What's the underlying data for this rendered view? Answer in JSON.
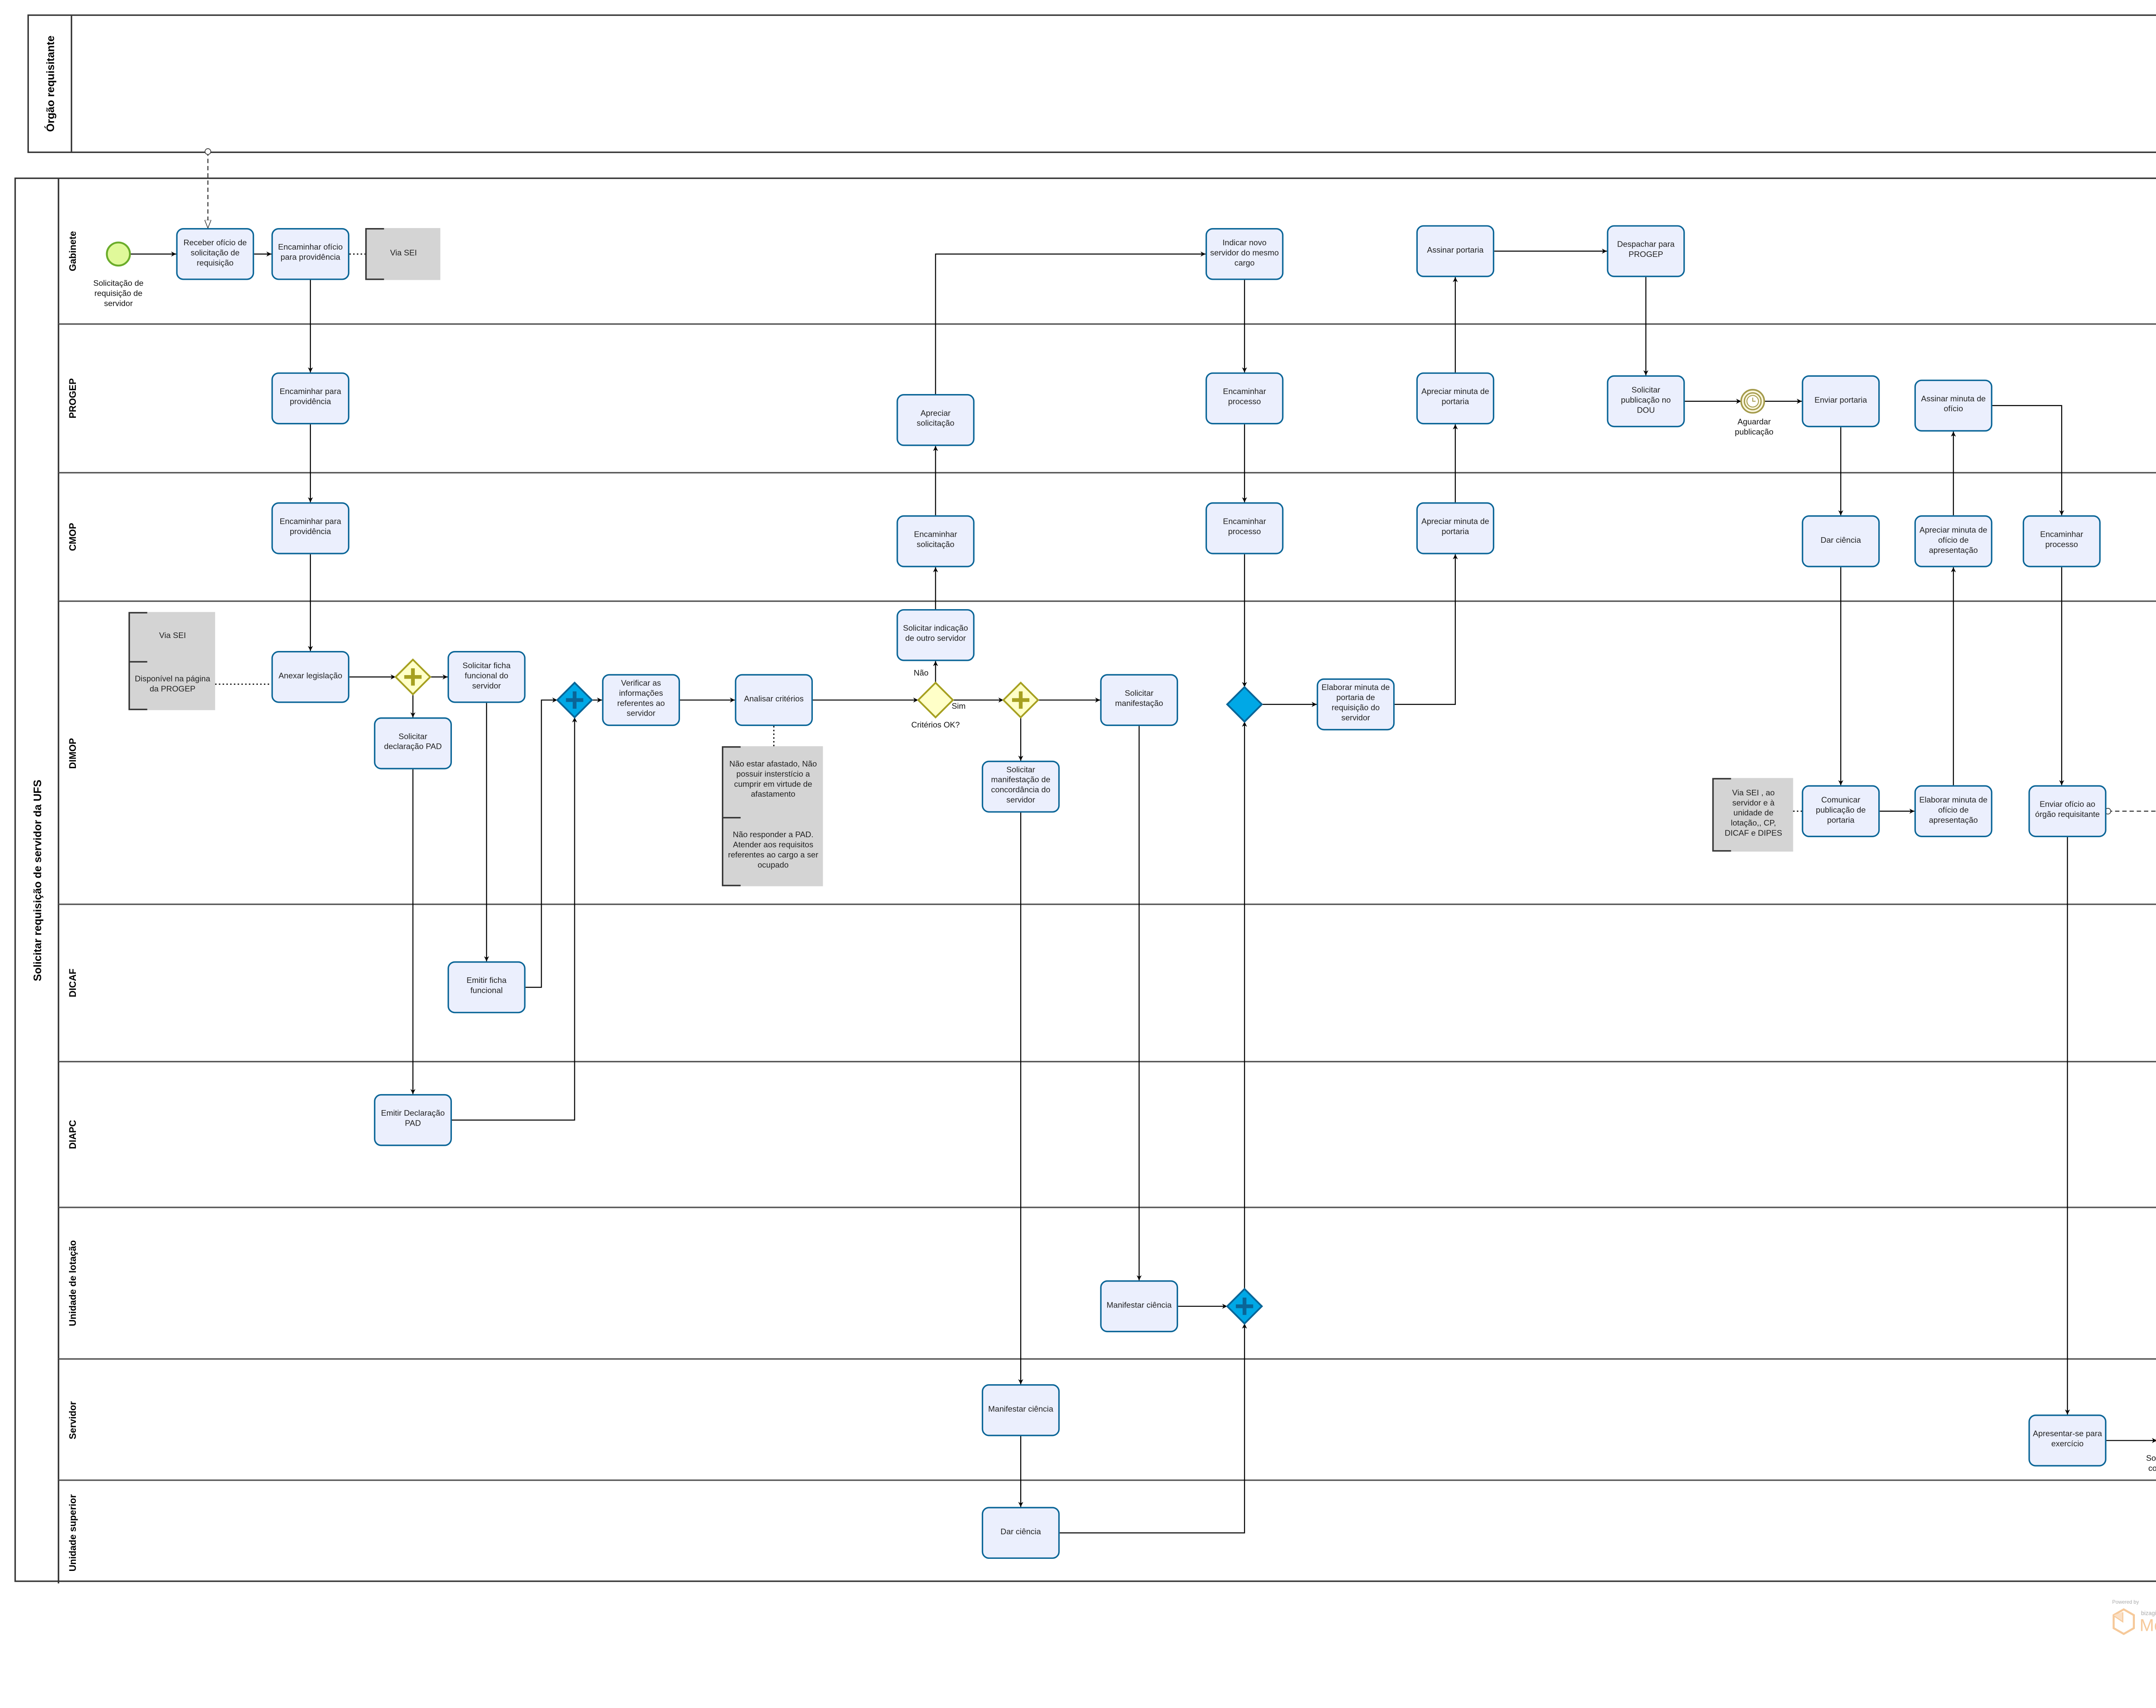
{
  "pools": {
    "external": {
      "title": "Órgão requisitante"
    },
    "main": {
      "title": "Solicitar requisição de servidor da UFS"
    }
  },
  "lanes": [
    "Gabinete",
    "PROGEP",
    "CMOP",
    "DIMOP",
    "DICAF",
    "DIAPC",
    "Unidade de lotação",
    "Servidor",
    "Unidade superior"
  ],
  "tasks": {
    "receber_oficio": "Receber ofício de solicitação de requisição",
    "encaminhar_oficio": "Encaminhar ofício para providência",
    "enc_prov_progep": "Encaminhar para providência",
    "enc_prov_cmop": "Encaminhar para providência",
    "anexar_legislacao": "Anexar legislação",
    "solicitar_ficha": "Solicitar ficha funcional do servidor",
    "solicitar_pad": "Solicitar declaração PAD",
    "emitir_ficha": "Emitir ficha funcional",
    "emitir_pad": "Emitir Declaração PAD",
    "verificar_info": "Verificar as informações referentes ao servidor",
    "analisar_criterios": "Analisar critérios",
    "solicitar_indicacao": "Solicitar indicação de outro servidor",
    "encaminhar_solicitacao": "Encaminhar solicitação",
    "apreciar_solicitacao": "Apreciar solicitação",
    "indicar_novo": "Indicar novo servidor do mesmo cargo",
    "enc_processo_progep": "Encaminhar processo",
    "enc_processo_cmop": "Encaminhar processo",
    "solicitar_manifestacao": "Solicitar manifestação",
    "solicitar_concordancia": "Solicitar manifestação de concordância do servidor",
    "manifestar_ciencia_lotacao": "Manifestar ciência",
    "manifestar_ciencia_servidor": "Manifestar ciência",
    "dar_ciencia_superior": "Dar ciência",
    "elaborar_minuta_portaria": "Elaborar minuta de portaria de requisição do servidor",
    "apreciar_minuta_cmop": "Apreciar minuta de portaria",
    "apreciar_minuta_progep": "Apreciar minuta de portaria",
    "assinar_portaria": "Assinar portaria",
    "despachar_progep": "Despachar para PROGEP",
    "solicitar_publicacao": "Solicitar publicação no DOU",
    "enviar_portaria": "Enviar portaria",
    "dar_ciencia_cmop": "Dar ciência",
    "comunicar_publicacao": "Comunicar publicação de portaria",
    "elaborar_minuta_oficio": "Elaborar minuta de ofício de apresentação",
    "apreciar_minuta_oficio": "Apreciar minuta de ofício de apresentação",
    "assinar_minuta_oficio": "Assinar minuta de ofício",
    "enc_processo_cmop2": "Encaminhar processo",
    "enviar_oficio": "Enviar ofício ao órgão requisitante",
    "apresentar_exercicio": "Apresentar-se para exercício"
  },
  "events": {
    "start": "Solicitação de requisição de servidor",
    "timer": "Aguardar publicação",
    "end": "Solicitação concluída"
  },
  "gateways": {
    "criterios": "Critérios OK?",
    "nao": "Não",
    "sim": "Sim"
  },
  "annotations": {
    "via_sei_gabinete": [
      "Via SEI"
    ],
    "anexar": [
      "Via SEI",
      "Disponível na página da PROGEP"
    ],
    "criterios": [
      "Não estar afastado, Não possuir insterstício a cumprir em virtude de afastamento",
      "Não responder a PAD. Atender aos requisitos referentes ao cargo a ser ocupado"
    ],
    "comunicar": [
      "Via SEI , ao servidor e à unidade de lotação,, CP, DICAF e DIPES"
    ]
  },
  "branding": {
    "powered_by": "Powered by",
    "vendor": "bizagi",
    "product": "Modeler"
  },
  "colors": {
    "task_border": "#0a6597",
    "task_fill": "#ebeffd",
    "parallel_gateway": "#ffffc8",
    "blue_gateway": "#00a8e6",
    "start": "#e0f99a",
    "end": "#f29b9b",
    "annotation": "#d4d4d4"
  }
}
